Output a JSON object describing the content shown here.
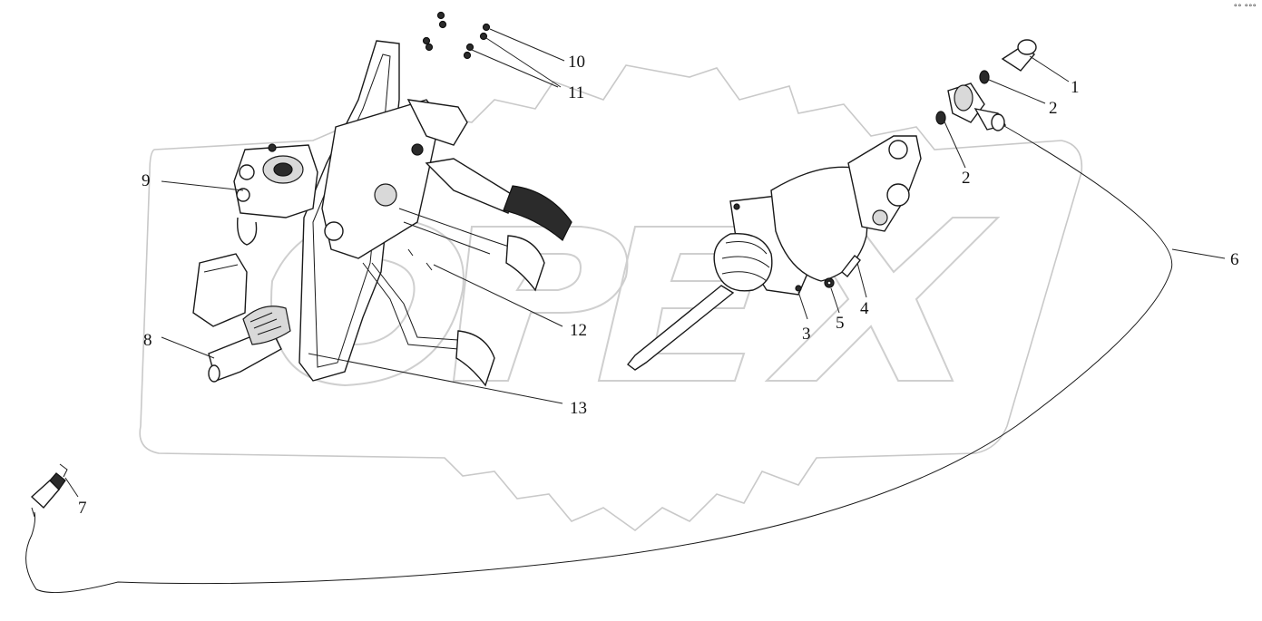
{
  "corner_mark": "°° °°°",
  "callouts": {
    "c1": "1",
    "c2a": "2",
    "c2b": "2",
    "c3": "3",
    "c4": "4",
    "c5": "5",
    "c6": "6",
    "c7": "7",
    "c8": "8",
    "c9": "9",
    "c10": "10",
    "c11": "11",
    "c12": "12",
    "c13": "13"
  },
  "colors": {
    "line": "#1a1a1a",
    "watermark": "#c9c9c9",
    "background": "#ffffff"
  }
}
